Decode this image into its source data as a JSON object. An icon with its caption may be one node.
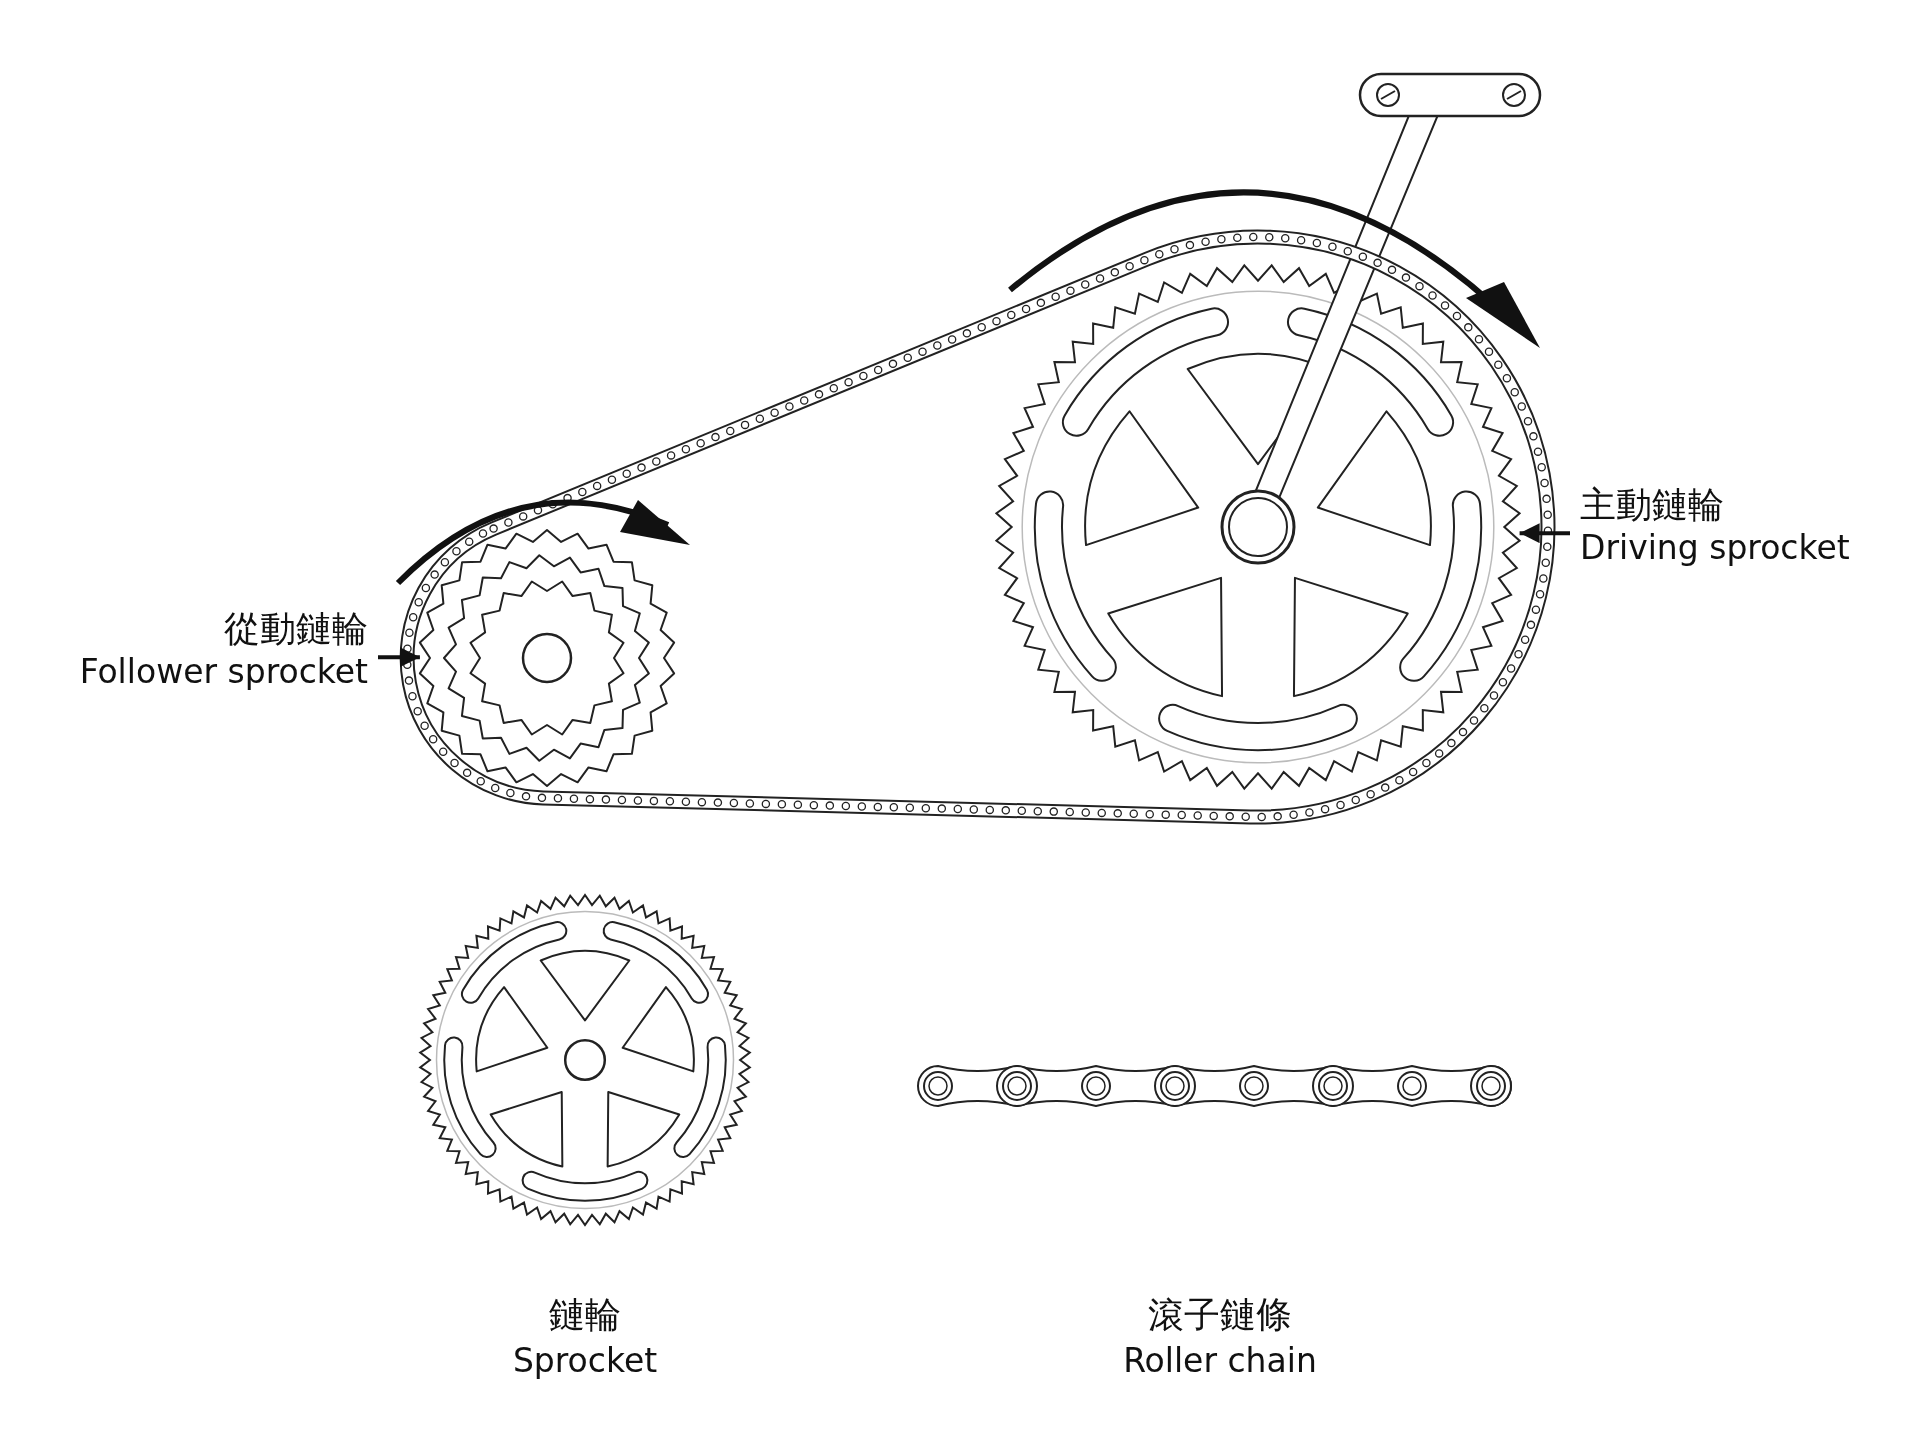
{
  "diagram": {
    "nodes": [
      {
        "text": [
          "從動鏈輪",
          "Follower sprocket"
        ]
      },
      {
        "text": [],
        "shape": "picture"
      },
      {
        "text": [
          "主動鏈輪",
          "Driving sprocket"
        ]
      },
      {
        "text": [],
        "shape": "picture"
      }
    ],
    "edges": [
      {
        "from": 0,
        "to": 1,
        "arrow": "to"
      },
      {
        "from": 2,
        "to": 3,
        "arrow": "to"
      }
    ],
    "labels": [
      "鏈輪",
      "Sprocket",
      "滾子鏈條",
      "Roller chain"
    ]
  }
}
